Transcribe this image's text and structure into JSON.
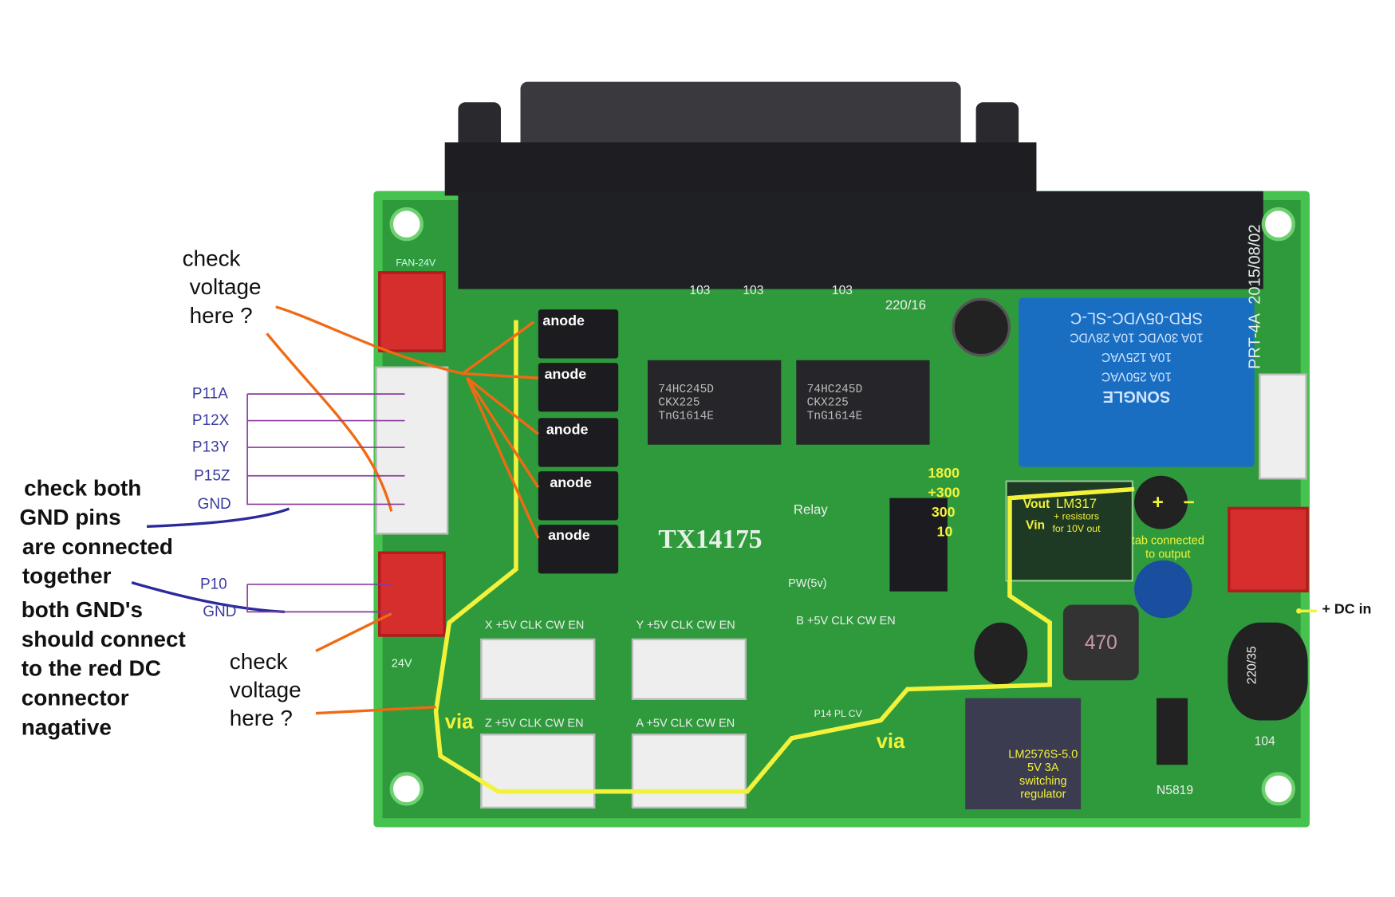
{
  "board": {
    "model": "TX14175",
    "date": "2015/08/02",
    "board_id": "PRT-4A",
    "chips": [
      "74HC245D",
      "74HC245D"
    ],
    "chip_lines": [
      "CKX225",
      "TnG1614E"
    ],
    "relay_text": [
      "SRD-05VDC-SL-C",
      "10A 30VDC 10A 28VDC",
      "10A 125VAC",
      "10A 250VAC",
      "SONGLE"
    ],
    "silkscreen": {
      "cap": "220/16",
      "relay": "Relay",
      "pw": "PW(5v)",
      "fan": "FAN-24V",
      "v24": "24V",
      "res": "103",
      "cap2": "220/35",
      "diode": "N5819",
      "c104": "104",
      "ind": "470",
      "cap3": "220/16"
    },
    "headers": [
      "X  +5V CLK CW  EN",
      "Y  +5V CLK CW  EN",
      "Z  +5V CLK CW  EN",
      "A  +5V CLK CW  EN",
      "B  +5V CLK CW  EN",
      "P14 PL CV"
    ]
  },
  "schematic": {
    "pins": [
      "P11A",
      "P12X",
      "P13Y",
      "P15Z",
      "GND"
    ],
    "pins2": [
      "P10",
      "GND"
    ]
  },
  "annotations": {
    "check_voltage_1": [
      "check",
      "voltage",
      "here ?"
    ],
    "check_voltage_2": [
      "check",
      "voltage",
      "here ?"
    ],
    "anode": "anode",
    "check_gnd": [
      "check both",
      "GND pins",
      "are connected",
      "together"
    ],
    "both_gnd": [
      "both GND's",
      "should connect",
      "to the red DC",
      "connector",
      "nagative"
    ],
    "via": "via",
    "resistors": [
      "1800",
      "+300",
      "300",
      "10"
    ],
    "vout": "Vout",
    "vin": "Vin",
    "lm317": [
      "LM317",
      "+ resistors",
      "for 10V out"
    ],
    "tab": [
      "tab connected",
      "to output"
    ],
    "plus": "+",
    "minus": "−",
    "dc_in": "+ DC in",
    "lm2576": [
      "LM2576S-5.0",
      "5V 3A",
      "switching",
      "regulator"
    ]
  },
  "colors": {
    "board": "#2f9a3c",
    "yellow": "#f2f23a",
    "orange": "#f06a14",
    "blue": "#2a2a9c"
  }
}
